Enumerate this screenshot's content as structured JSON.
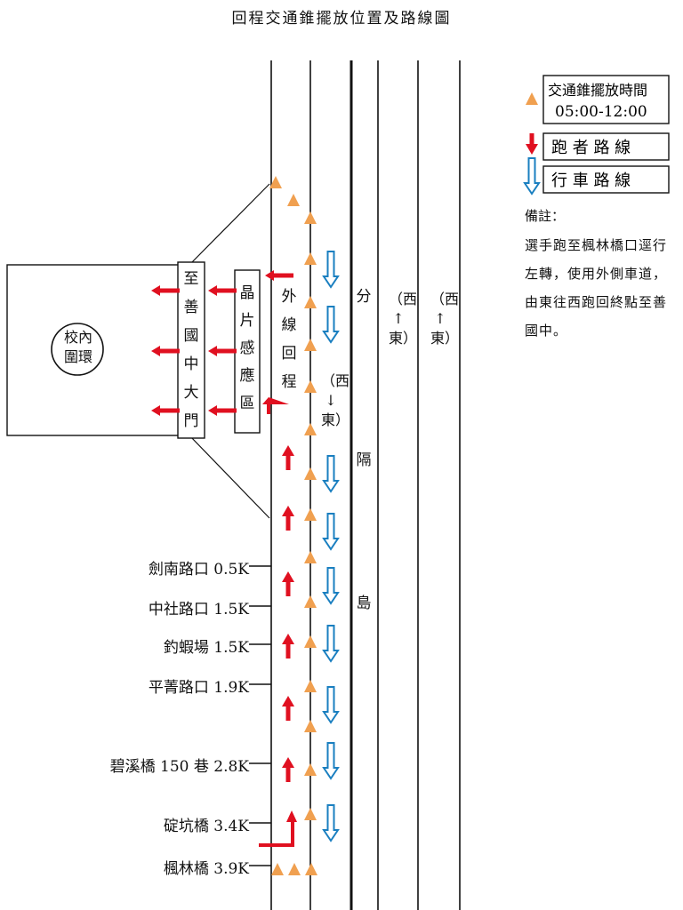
{
  "title": "回程交通錐擺放位置及路線圖",
  "legend": {
    "cone_label": "交通錐擺放時間",
    "cone_time": "05:00-12:00",
    "runner_label": "跑 者 路 線",
    "vehicle_label": "行 車 路 線"
  },
  "notes": {
    "title": "備註：",
    "body": "選手跑至楓林橋口逕行左轉，使用外側車道，由東往西跑回終點至善國中。"
  },
  "labels": {
    "campus_loop": "校內圍環",
    "school_gate": "至善國中大門",
    "chip_zone": "晶片感應區",
    "outer_lane_return": "外線回程",
    "west_from_east_1": "（西↓東）",
    "median_char1": "分",
    "median_char2": "隔",
    "median_char3": "島",
    "lane2_dir": "（西↑東）",
    "lane3_dir": "（西↑東）"
  },
  "milestones": [
    {
      "name": "劍南路口 0.5K"
    },
    {
      "name": "中社路口 1.5K"
    },
    {
      "name": "釣蝦場 1.5K"
    },
    {
      "name": "平菁路口 1.9K"
    },
    {
      "name": "碧溪橋 150 巷 2.8K"
    },
    {
      "name": "碇坑橋 3.4K"
    },
    {
      "name": "楓林橋 3.9K"
    }
  ],
  "colors": {
    "cone": "#f0a050",
    "runner": "#e01020",
    "vehicle": "#1a7fc0",
    "line": "#111111"
  }
}
